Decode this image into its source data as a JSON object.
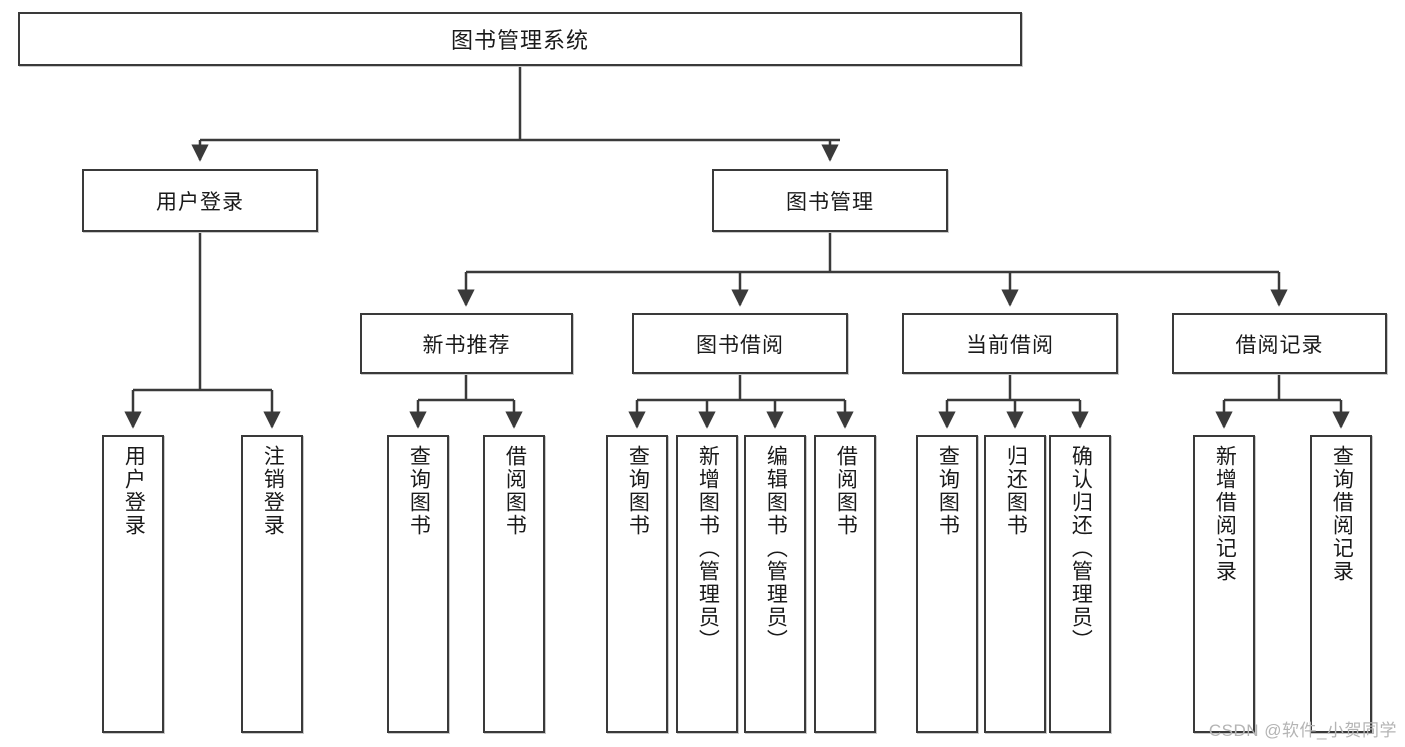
{
  "diagram": {
    "type": "tree-hierarchy-chart",
    "title": "图书管理系统",
    "colors": {
      "box_border": "#3a3a3a",
      "box_fill": "#ffffff",
      "connector": "#3a3a3a",
      "text": "#1a1a1a",
      "watermark": "#b4b4b4",
      "background": "#ffffff"
    },
    "root": {
      "label": "图书管理系统"
    },
    "level2": [
      {
        "label": "用户登录"
      },
      {
        "label": "图书管理"
      }
    ],
    "level3": [
      {
        "label": "新书推荐"
      },
      {
        "label": "图书借阅"
      },
      {
        "label": "当前借阅"
      },
      {
        "label": "借阅记录"
      }
    ],
    "leaves": {
      "user_login": [
        {
          "label": "用户登录"
        },
        {
          "label": "注销登录"
        }
      ],
      "new_book_recommend": [
        {
          "label": "查询图书"
        },
        {
          "label": "借阅图书"
        }
      ],
      "book_borrow": [
        {
          "label": "查询图书"
        },
        {
          "label": "新增图书（管理员）"
        },
        {
          "label": "编辑图书（管理员）"
        },
        {
          "label": "借阅图书"
        }
      ],
      "current_borrow": [
        {
          "label": "查询图书"
        },
        {
          "label": "归还图书"
        },
        {
          "label": "确认归还（管理员）"
        }
      ],
      "borrow_record": [
        {
          "label": "新增借阅记录"
        },
        {
          "label": "查询借阅记录"
        }
      ]
    }
  },
  "watermark": {
    "text": "CSDN @软件_小贺同学"
  }
}
